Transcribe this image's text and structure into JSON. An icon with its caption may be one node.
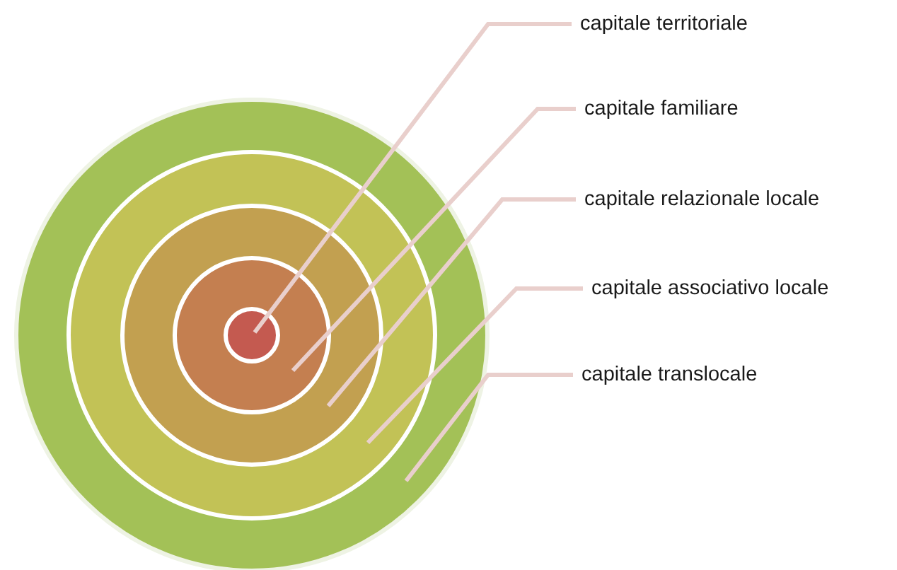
{
  "diagram": {
    "nodes": [
      {
        "text": [],
        "shape": "circle"
      },
      {
        "text": [],
        "shape": "circle",
        "in": 0
      },
      {
        "text": [],
        "shape": "circle",
        "in": 1
      },
      {
        "text": [],
        "shape": "circle",
        "in": 2
      },
      {
        "text": [],
        "shape": "circle",
        "in": 3
      },
      {
        "text": [
          "capitale territoriale"
        ]
      },
      {
        "text": [
          "capitale familiare"
        ]
      },
      {
        "text": [
          "capitale relazionale locale"
        ]
      },
      {
        "text": [
          "capitale associativo locale"
        ]
      },
      {
        "text": [
          "capitale translocale"
        ]
      }
    ],
    "edges": [
      {
        "from": 5,
        "to": 4,
        "arrow": "none"
      },
      {
        "from": 6,
        "to": 3,
        "arrow": "none"
      },
      {
        "from": 7,
        "to": 2,
        "arrow": "none"
      },
      {
        "from": 8,
        "to": 1,
        "arrow": "none"
      },
      {
        "from": 9,
        "to": 0,
        "arrow": "none"
      }
    ]
  }
}
